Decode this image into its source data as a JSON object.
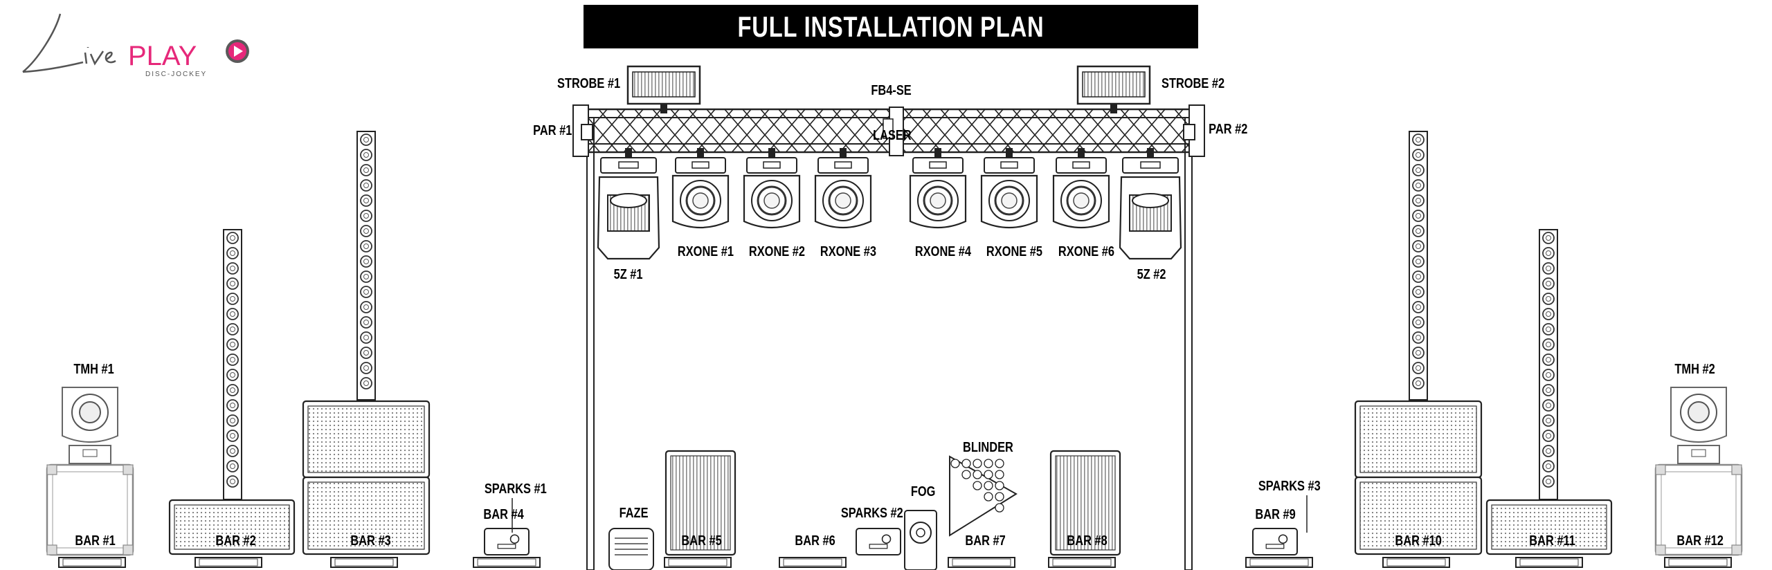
{
  "title": "FULL INSTALLATION PLAN",
  "logo": {
    "word_live": "Live",
    "word_play": "PLAY",
    "tagline": "DISC-JOCKEY",
    "brand_color": "#e6287a",
    "play_button_color": "#555555"
  },
  "labels": {
    "strobe1": "STROBE #1",
    "strobe2": "STROBE #2",
    "fb4": "FB4-SE",
    "laser": "LASER",
    "par1": "PAR #1",
    "par2": "PAR #2",
    "rxone1": "RXONE #1",
    "rxone2": "RXONE #2",
    "rxone3": "RXONE #3",
    "rxone4": "RXONE #4",
    "rxone5": "RXONE #5",
    "rxone6": "RXONE #6",
    "fivez1": "5Z #1",
    "fivez2": "5Z #2",
    "tmh1": "TMH #1",
    "tmh2": "TMH #2",
    "sparks1": "SPARKS #1",
    "sparks2": "SPARKS #2",
    "sparks3": "SPARKS #3",
    "faze": "FAZE",
    "fog": "FOG",
    "blinder": "BLINDER",
    "bar1": "BAR #1",
    "bar2": "BAR #2",
    "bar3": "BAR #3",
    "bar4": "BAR #4",
    "bar5": "BAR #5",
    "bar6": "BAR #6",
    "bar7": "BAR #7",
    "bar8": "BAR #8",
    "bar9": "BAR #9",
    "bar10": "BAR #10",
    "bar11": "BAR #11",
    "bar12": "BAR #12"
  }
}
